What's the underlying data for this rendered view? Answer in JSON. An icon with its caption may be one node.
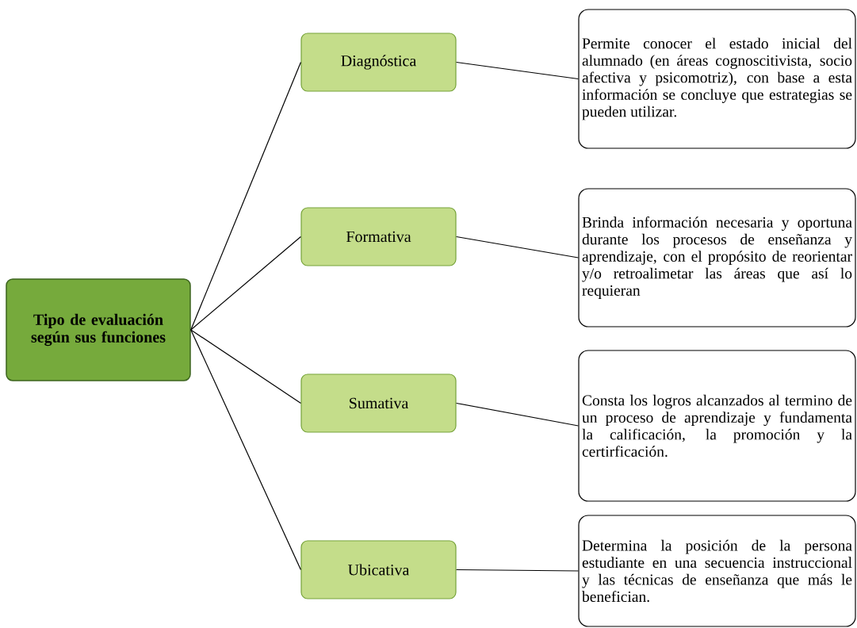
{
  "diagram": {
    "nodes": [
      {
        "text": [
          "Tipo de evaluación según sus funciones"
        ]
      },
      {
        "text": [
          "Diagnóstica"
        ]
      },
      {
        "text": [
          "Formativa"
        ]
      },
      {
        "text": [
          "Sumativa"
        ]
      },
      {
        "text": [
          "Ubicativa"
        ]
      },
      {
        "text": [
          "Permite conocer el estado inicial del alumnado (en áreas cognoscitivista, socio afectiva y psicomotriz), con base a esta información se concluye que estrategias se pueden utilizar."
        ]
      },
      {
        "text": [
          "Brinda información necesaria y oportuna durante los procesos de enseñanza y aprendizaje, con el propósito de reorientar y/o retroalimetar las áreas que así lo requieran"
        ]
      },
      {
        "text": [
          "Consta los logros alcanzados al termino de un proceso de aprendizaje y fundamenta la calificación, la promoción y la certirficación."
        ]
      },
      {
        "text": [
          "Determina la posición de la persona estudiante en una secuencia instruccional y las técnicas de enseñanza que más le benefician."
        ]
      }
    ],
    "edges": [
      {
        "from": 0,
        "to": 1,
        "arrow": "none"
      },
      {
        "from": 0,
        "to": 2,
        "arrow": "none"
      },
      {
        "from": 0,
        "to": 3,
        "arrow": "none"
      },
      {
        "from": 0,
        "to": 4,
        "arrow": "none"
      },
      {
        "from": 1,
        "to": 5,
        "arrow": "none"
      },
      {
        "from": 2,
        "to": 6,
        "arrow": "none"
      },
      {
        "from": 3,
        "to": 7,
        "arrow": "none"
      },
      {
        "from": 4,
        "to": 8,
        "arrow": "none"
      }
    ]
  }
}
